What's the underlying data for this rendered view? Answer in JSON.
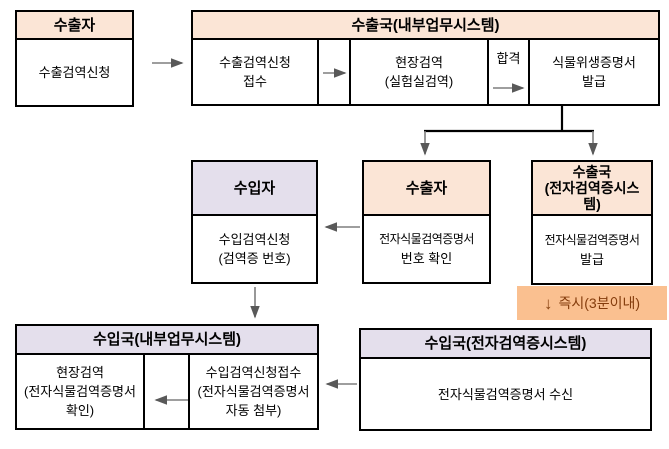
{
  "colors": {
    "peach_header": "#FBE5D6",
    "lavender_header": "#E4DFEC",
    "orange_tag": "#FAC090",
    "tag_text": "#843C0C",
    "border": "#000000",
    "arrow_gray": "#7F7F7F"
  },
  "boxes": {
    "exporter_top": {
      "header": "수출자",
      "body": "수출검역신청"
    },
    "export_country_internal": {
      "header": "수출국(내부업무시스템)",
      "receive": [
        "수출검역신청",
        "접수"
      ],
      "field_inspection": [
        "현장검역",
        "(실험실검역)"
      ],
      "pass_label": "합격",
      "issue_cert": [
        "식물위생증명서",
        "발급"
      ]
    },
    "importer": {
      "header": "수입자",
      "body": [
        "수입검역신청",
        "(검역증 번호)"
      ]
    },
    "exporter_mid": {
      "header": "수출자",
      "body": [
        "전자식물검역증명서",
        "번호 확인"
      ]
    },
    "export_country_ecert": {
      "header": "수출국\n(전자검역증시스템)",
      "body": [
        "전자식물검역증명서",
        "발급"
      ]
    },
    "immediate_tag": {
      "label": "즉시(3분이내)",
      "arrow_icon": "↓"
    },
    "import_country_internal": {
      "header": "수입국(내부업무시스템)",
      "field_inspection": [
        "현장검역",
        "(전자식물검역증명서",
        "확인)"
      ],
      "receive": [
        "수입검역신청접수",
        "(전자식물검역증명서",
        "자동 첨부)"
      ]
    },
    "import_country_ecert": {
      "header": "수입국(전자검역증시스템)",
      "body": "전자식물검역증명서 수신"
    }
  }
}
